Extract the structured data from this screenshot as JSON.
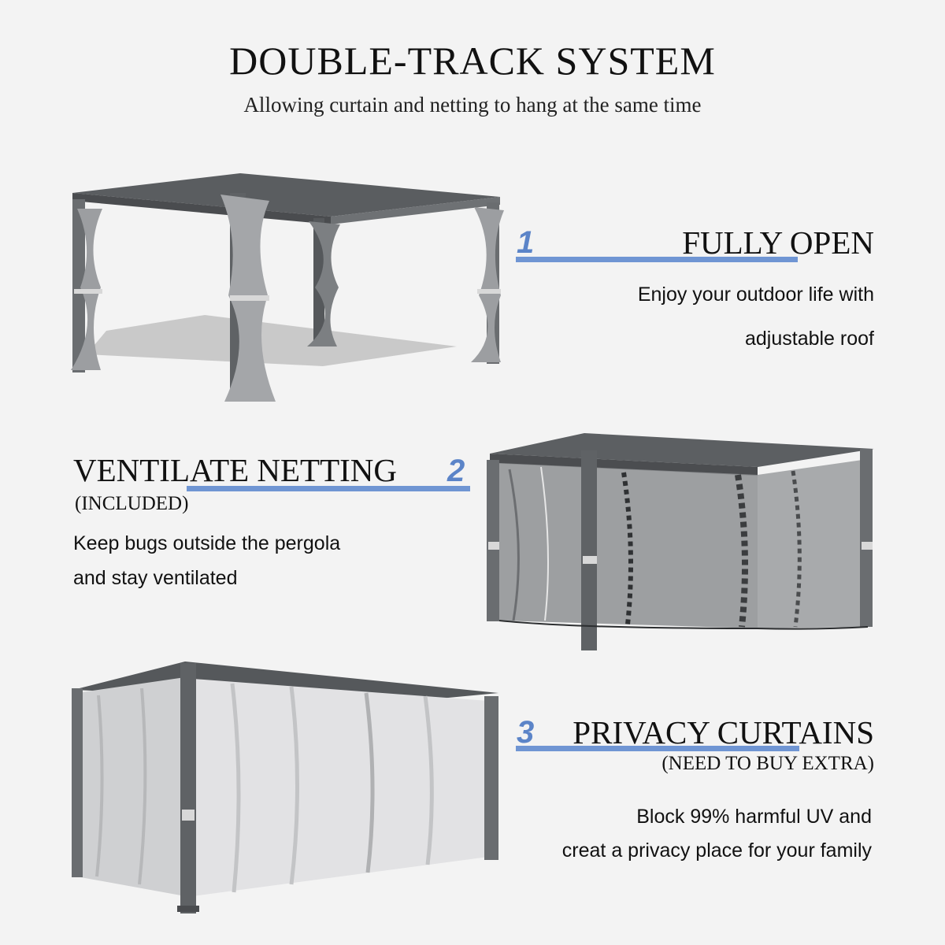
{
  "header": {
    "title": "DOUBLE-TRACK SYSTEM",
    "subtitle": "Allowing curtain and netting to hang at the same time"
  },
  "features": [
    {
      "number": "1",
      "heading": "FULLY OPEN",
      "subheading": "",
      "lines": [
        "Enjoy your outdoor life with",
        "adjustable roof"
      ]
    },
    {
      "number": "2",
      "heading": "VENTILATE NETTING",
      "subheading": "(INCLUDED)",
      "lines": [
        "Keep bugs outside the pergola",
        "and stay ventilated"
      ]
    },
    {
      "number": "3",
      "heading": "PRIVACY CURTAINS",
      "subheading": "(NEED TO BUY EXTRA)",
      "lines": [
        "Block 99% harmful UV and",
        "creat a privacy place for your family"
      ]
    }
  ],
  "colors": {
    "accent": "#6f95d3",
    "frame": "#6b6e71",
    "curtain": "#d9d9db",
    "background": "#f3f3f3"
  }
}
